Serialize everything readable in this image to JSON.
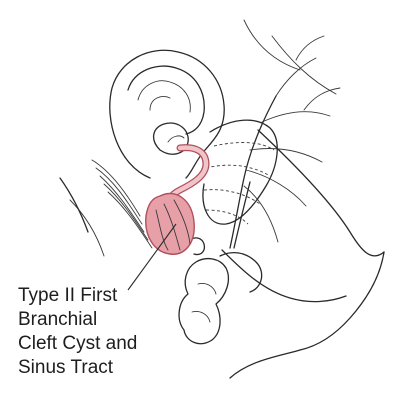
{
  "caption": {
    "lines": [
      "Type II First",
      "Branchial",
      "Cleft Cyst and",
      "Sinus Tract"
    ]
  },
  "colors": {
    "background": "#ffffff",
    "ink": "#2a2a2a",
    "cyst_fill": "#e8a0a8",
    "cyst_stroke": "#b0505c"
  }
}
